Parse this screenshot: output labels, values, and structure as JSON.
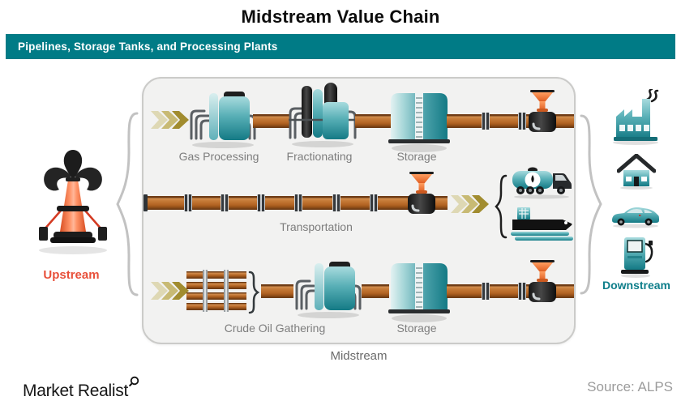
{
  "title": "Midstream Value Chain",
  "banner": {
    "text": "Pipelines, Storage Tanks, and Processing Plants"
  },
  "stages": {
    "upstream": {
      "label": "Upstream"
    },
    "midstream": {
      "label": "Midstream",
      "rows": [
        {
          "steps": [
            {
              "label": "Gas Processing"
            },
            {
              "label": "Fractionating"
            },
            {
              "label": "Storage"
            }
          ]
        },
        {
          "steps": [
            {
              "label": "Transportation"
            }
          ]
        },
        {
          "steps": [
            {
              "label": "Crude Oil Gathering"
            },
            {
              "label": "Storage"
            }
          ]
        }
      ]
    },
    "downstream": {
      "label": "Downstream"
    }
  },
  "icons": {
    "upstream": "oil-gusher-icon",
    "midstream_row1": [
      "flow-arrows-icon",
      "gas-processing-plant-icon",
      "pipeline-icon",
      "fractionating-columns-icon",
      "pipeline-icon",
      "storage-tank-icon",
      "pipeline-valve-icon"
    ],
    "midstream_row2": [
      "pipeline-icon",
      "pipeline-valve-icon",
      "flow-arrows-icon",
      "brace-icon",
      "tanker-truck-icon",
      "cargo-ship-icon"
    ],
    "midstream_row3": [
      "flow-arrows-icon",
      "gathering-pipelines-icon",
      "brace-icon",
      "processing-plant-icon",
      "pipeline-icon",
      "storage-tank-icon",
      "pipeline-valve-icon"
    ],
    "downstream": [
      "factory-icon",
      "house-icon",
      "car-icon",
      "gas-pump-icon"
    ]
  },
  "colors": {
    "banner_bg": "#007B86",
    "pipeline_orange": "#BF6F33",
    "icon_teal": "#2E8F99",
    "arrow_gold": "#A8923B",
    "upstream_red": "#E8503A",
    "downstream_teal": "#0E7E8A",
    "label_gray": "#7D7D7D"
  },
  "footer": {
    "brand": "Market Realist",
    "source": "Source: ALPS"
  }
}
